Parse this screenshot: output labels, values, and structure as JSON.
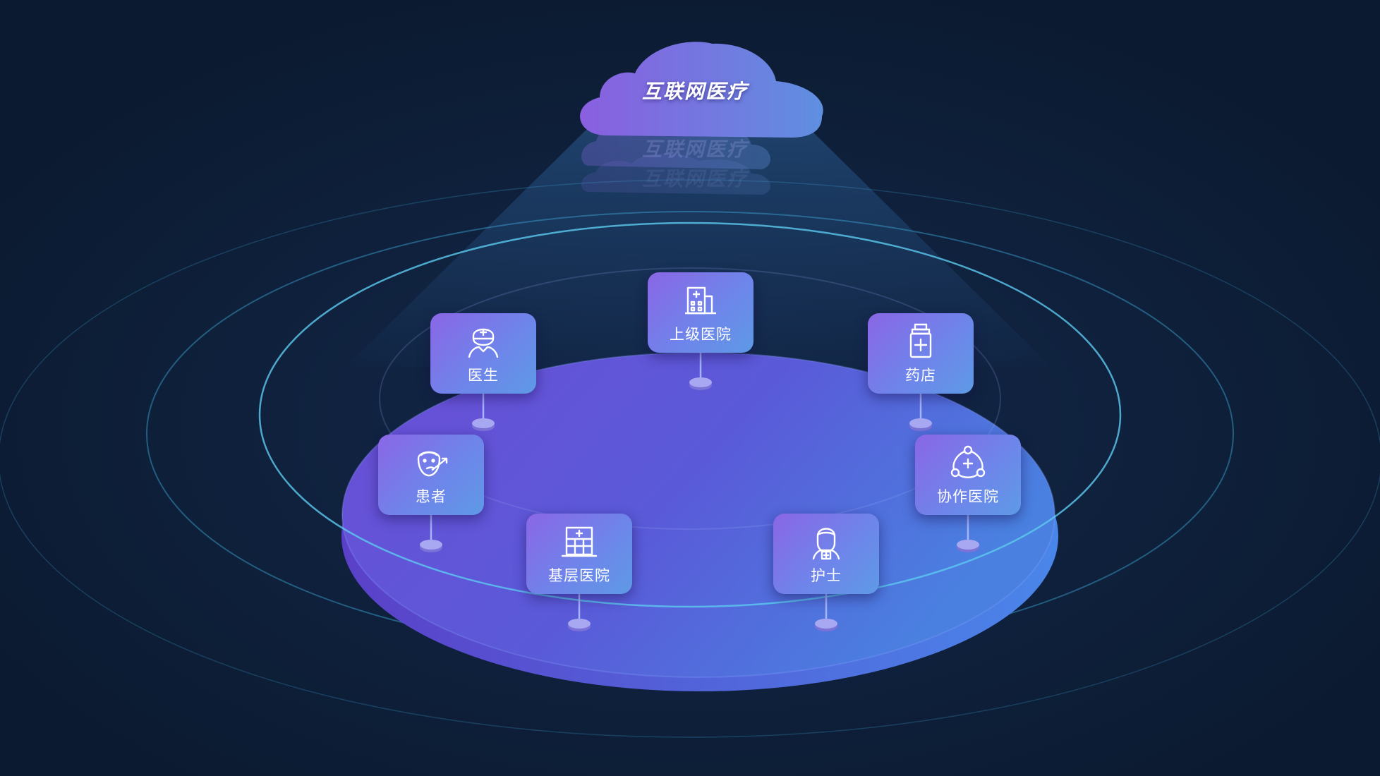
{
  "cloud": {
    "title": "互联网医疗"
  },
  "nodes": [
    {
      "id": "superior-hospital",
      "label": "上级医院",
      "icon": "hospital-building-icon"
    },
    {
      "id": "doctor",
      "label": "医生",
      "icon": "doctor-icon"
    },
    {
      "id": "pharmacy",
      "label": "药店",
      "icon": "medicine-bottle-icon"
    },
    {
      "id": "patient",
      "label": "患者",
      "icon": "patient-icon"
    },
    {
      "id": "partner-hospital",
      "label": "协作医院",
      "icon": "network-icon"
    },
    {
      "id": "primary-hospital",
      "label": "基层医院",
      "icon": "clinic-icon"
    },
    {
      "id": "nurse",
      "label": "护士",
      "icon": "nurse-icon"
    }
  ],
  "colors": {
    "background": "#0b1a30",
    "platform_left": "#6a4fd8",
    "platform_right": "#4f86e6",
    "ring": "#4fc0e8",
    "node_gradient_start": "#8a66e6",
    "node_gradient_end": "#5e9ae6"
  }
}
